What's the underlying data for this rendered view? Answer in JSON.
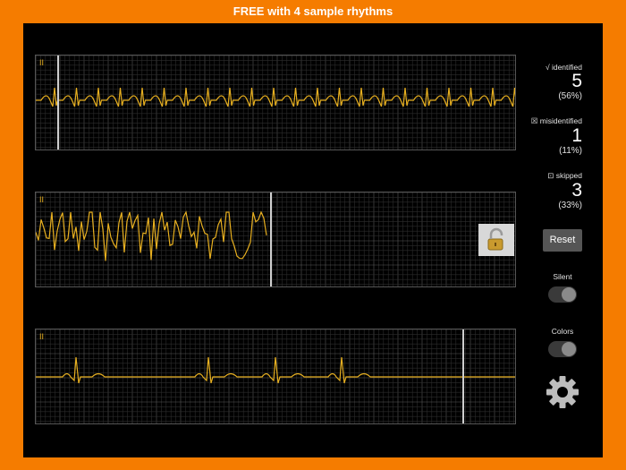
{
  "banner": {
    "text": "FREE with 4 sample rhythms"
  },
  "strips": [
    {
      "lead": "II"
    },
    {
      "lead": "II"
    },
    {
      "lead": "II"
    }
  ],
  "stats": {
    "identified": {
      "label": "√ identified",
      "count": "5",
      "percent": "(56%)"
    },
    "misidentified": {
      "label": "☒ misidentified",
      "count": "1",
      "percent": "(11%)"
    },
    "skipped": {
      "label": "⊡ skipped",
      "count": "3",
      "percent": "(33%)"
    }
  },
  "controls": {
    "reset_label": "Reset",
    "silent_label": "Silent",
    "colors_label": "Colors"
  },
  "icons": {
    "lock": "lock-open-icon",
    "settings": "gear-icon"
  },
  "colors": {
    "frame": "#f57c00",
    "trace": "#e8b020",
    "background": "#000000"
  }
}
